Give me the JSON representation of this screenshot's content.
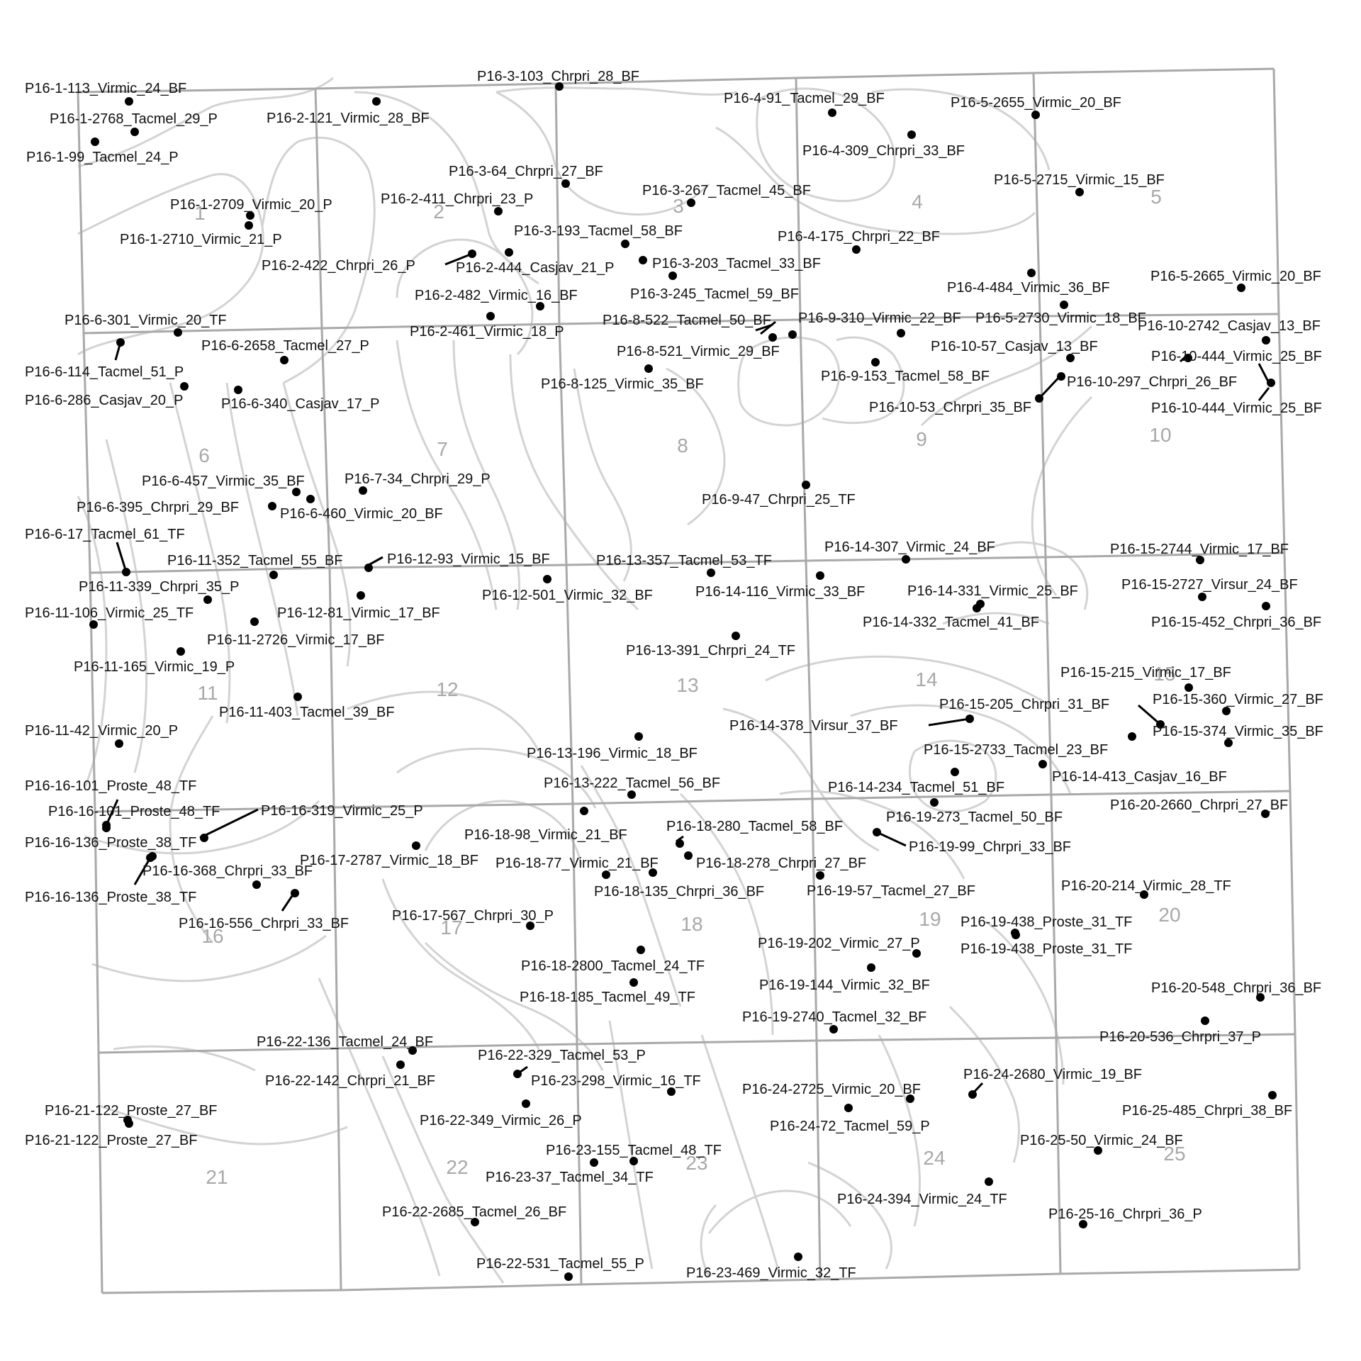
{
  "colors": {
    "grid": "#a9a9a9",
    "contour": "#d3d3d3",
    "quadrat_number": "#a8a8a8",
    "point": "#000000",
    "label": "#111111"
  },
  "quadrats": [
    "1",
    "2",
    "3",
    "4",
    "5",
    "6",
    "7",
    "8",
    "9",
    "10",
    "11",
    "12",
    "13",
    "14",
    "15",
    "16",
    "17",
    "18",
    "19",
    "20",
    "21",
    "22",
    "23",
    "24",
    "25"
  ],
  "points": [
    "P16-1-113_Virmic_24_BF",
    "P16-1-2768_Tacmel_29_P",
    "P16-1-99_Tacmel_24_P",
    "P16-1-2709_Virmic_20_P",
    "P16-1-2710_Virmic_21_P",
    "P16-2-121_Virmic_28_BF",
    "P16-2-411_Chrpri_23_P",
    "P16-2-422_Chrpri_26_P",
    "P16-2-444_Casjav_21_P",
    "P16-2-482_Virmic_16_BF",
    "P16-2-461_Virmic_18_P",
    "P16-3-103_Chrpri_28_BF",
    "P16-3-64_Chrpri_27_BF",
    "P16-3-267_Tacmel_45_BF",
    "P16-3-193_Tacmel_58_BF",
    "P16-3-203_Tacmel_33_BF",
    "P16-3-245_Tacmel_59_BF",
    "P16-4-91_Tacmel_29_BF",
    "P16-4-309_Chrpri_33_BF",
    "P16-4-175_Chrpri_22_BF",
    "P16-4-484_Virmic_36_BF",
    "P16-5-2655_Virmic_20_BF",
    "P16-5-2715_Virmic_15_BF",
    "P16-5-2665_Virmic_20_BF",
    "P16-5-2730_Virmic_18_BF",
    "P16-6-301_Virmic_20_TF",
    "P16-6-2658_Tacmel_27_P",
    "P16-6-114_Tacmel_51_P",
    "P16-6-286_Casjav_20_P",
    "P16-6-340_Casjav_17_P",
    "P16-6-457_Virmic_35_BF",
    "P16-6-395_Chrpri_29_BF",
    "P16-6-460_Virmic_20_BF",
    "P16-6-17_Tacmel_61_TF",
    "P16-7-34_Chrpri_29_P",
    "P16-8-522_Tacmel_50_BF",
    "P16-8-521_Virmic_29_BF",
    "P16-8-125_Virmic_35_BF",
    "P16-9-310_Virmic_22_BF",
    "P16-9-153_Tacmel_58_BF",
    "P16-9-47_Chrpri_25_TF",
    "P16-10-2742_Casjav_13_BF",
    "P16-10-57_Casjav_13_BF",
    "P16-10-444_Virmic_25_BF",
    "P16-10-297_Chrpri_26_BF",
    "P16-10-53_Chrpri_35_BF",
    "P16-10-444_Virmic_25_BF",
    "P16-11-352_Tacmel_55_BF",
    "P16-11-339_Chrpri_35_P",
    "P16-11-106_Virmic_25_TF",
    "P16-11-2726_Virmic_17_BF",
    "P16-11-165_Virmic_19_P",
    "P16-11-403_Tacmel_39_BF",
    "P16-11-42_Virmic_20_P",
    "P16-12-93_Virmic_15_BF",
    "P16-12-501_Virmic_32_BF",
    "P16-12-81_Virmic_17_BF",
    "P16-13-357_Tacmel_53_TF",
    "P16-13-391_Chrpri_24_TF",
    "P16-13-196_Virmic_18_BF",
    "P16-13-222_Tacmel_56_BF",
    "P16-14-307_Virmic_24_BF",
    "P16-14-116_Virmic_33_BF",
    "P16-14-331_Virmic_25_BF",
    "P16-14-332_Tacmel_41_BF",
    "P16-14-378_Virsur_37_BF",
    "P16-14-234_Tacmel_51_BF",
    "P16-14-413_Casjav_16_BF",
    "P16-15-2744_Virmic_17_BF",
    "P16-15-2727_Virsur_24_BF",
    "P16-15-452_Chrpri_36_BF",
    "P16-15-215_Virmic_17_BF",
    "P16-15-205_Chrpri_31_BF",
    "P16-15-360_Virmic_27_BF",
    "P16-15-374_Virmic_35_BF",
    "P16-15-2733_Tacmel_23_BF",
    "P16-16-101_Proste_48_TF",
    "P16-16-101_Proste_48_TF",
    "P16-16-319_Virmic_25_P",
    "P16-16-136_Proste_38_TF",
    "P16-16-368_Chrpri_33_BF",
    "P16-16-136_Proste_38_TF",
    "P16-16-556_Chrpri_33_BF",
    "P16-17-2787_Virmic_18_BF",
    "P16-17-567_Chrpri_30_P",
    "P16-18-98_Virmic_21_BF",
    "P16-18-280_Tacmel_58_BF",
    "P16-18-77_Virmic_21_BF",
    "P16-18-278_Chrpri_27_BF",
    "P16-18-135_Chrpri_36_BF",
    "P16-18-2800_Tacmel_24_TF",
    "P16-18-185_Tacmel_49_TF",
    "P16-19-273_Tacmel_50_BF",
    "P16-19-99_Chrpri_33_BF",
    "P16-19-57_Tacmel_27_BF",
    "P16-19-438_Proste_31_TF",
    "P16-19-438_Proste_31_TF",
    "P16-19-202_Virmic_27_P",
    "P16-19-144_Virmic_32_BF",
    "P16-19-2740_Tacmel_32_BF",
    "P16-20-2660_Chrpri_27_BF",
    "P16-20-214_Virmic_28_TF",
    "P16-20-548_Chrpri_36_BF",
    "P16-20-536_Chrpri_37_P",
    "P16-21-122_Proste_27_BF",
    "P16-21-122_Proste_27_BF",
    "P16-22-136_Tacmel_24_BF",
    "P16-22-142_Chrpri_21_BF",
    "P16-22-329_Tacmel_53_P",
    "P16-22-349_Virmic_26_P",
    "P16-22-2685_Tacmel_26_BF",
    "P16-22-531_Tacmel_55_P",
    "P16-23-298_Virmic_16_TF",
    "P16-23-155_Tacmel_48_TF",
    "P16-23-37_Tacmel_34_TF",
    "P16-23-469_Virmic_32_TF",
    "P16-24-2725_Virmic_20_BF",
    "P16-24-72_Tacmel_59_P",
    "P16-24-2680_Virmic_19_BF",
    "P16-24-394_Virmic_24_TF",
    "P16-25-485_Chrpri_38_BF",
    "P16-25-50_Virmic_24_BF",
    "P16-25-16_Chrpri_36_P"
  ]
}
